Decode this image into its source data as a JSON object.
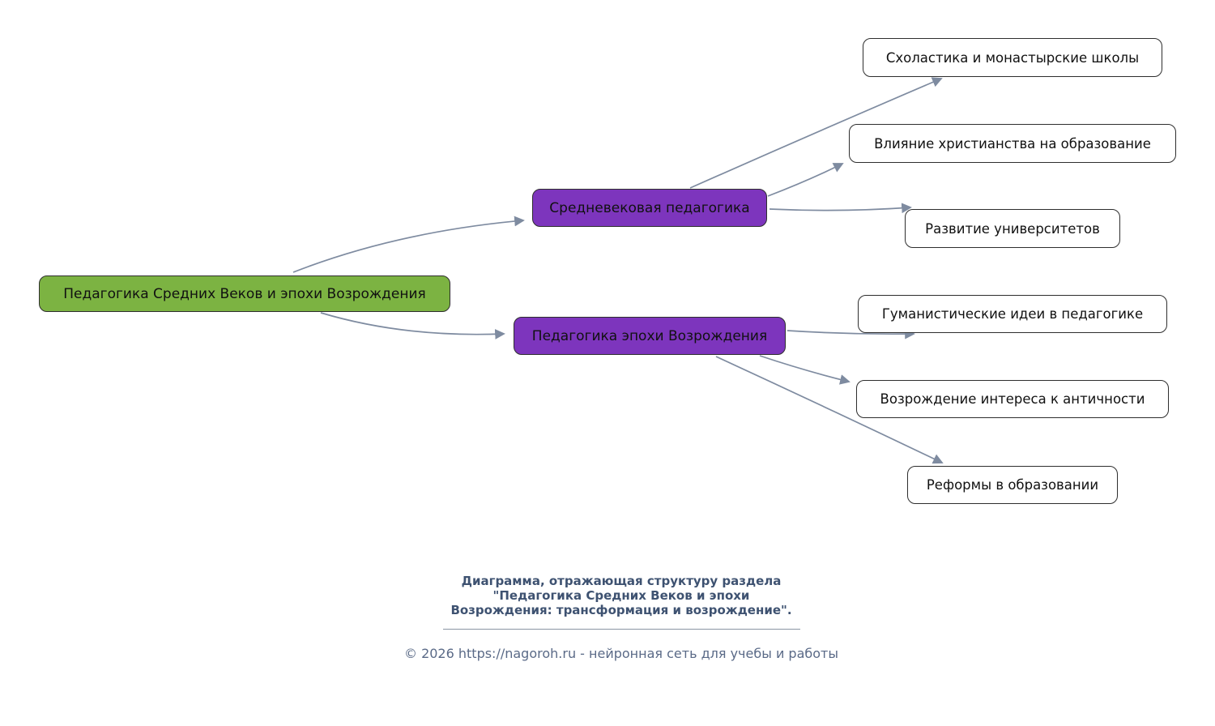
{
  "diagram": {
    "root": {
      "label": "Педагогика Средних Веков и эпохи Возрождения"
    },
    "branches": [
      {
        "label": "Средневековая педагогика",
        "children": [
          {
            "label": "Схоластика и монастырские школы"
          },
          {
            "label": "Влияние христианства на образование"
          },
          {
            "label": "Развитие университетов"
          }
        ]
      },
      {
        "label": "Педагогика эпохи Возрождения",
        "children": [
          {
            "label": "Гуманистические идеи в педагогике"
          },
          {
            "label": "Возрождение интереса к античности"
          },
          {
            "label": "Реформы в образовании"
          }
        ]
      }
    ]
  },
  "footer": {
    "caption_lines": [
      "Диаграмма, отражающая структуру раздела",
      "\"Педагогика Средних Веков и эпохи",
      "Возрождения: трансформация и возрождение\"."
    ],
    "copyright": "© 2026 https://nagoroh.ru - нейронная сеть для учебы и работы"
  },
  "colors": {
    "root_fill": "#7cb342",
    "branch_fill": "#7d35bd",
    "leaf_fill": "#ffffff",
    "node_border": "#2e2e2e",
    "edge": "#7e8ba0",
    "caption_text": "#3e5271",
    "copyright_text": "#5a6a87"
  }
}
